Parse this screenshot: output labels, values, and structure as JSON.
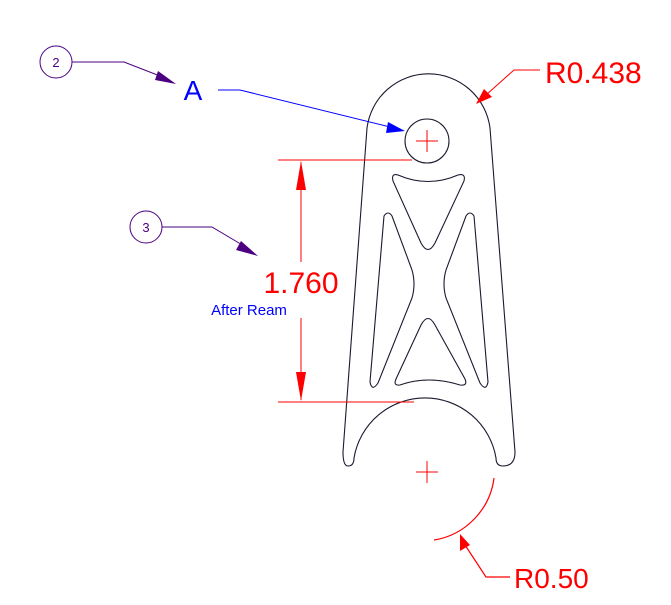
{
  "balloons": [
    {
      "number": "2"
    },
    {
      "number": "3"
    }
  ],
  "datum": {
    "label": "A"
  },
  "dimensions": {
    "top_radius": "R0.438",
    "bottom_radius": "R0.50",
    "hole_spacing": "1.760",
    "hole_spacing_note": "After Ream"
  },
  "colors": {
    "part_outline": "#1a1a2e",
    "dimension": "#ff0000",
    "datum": "#0000ff",
    "balloon": "#4b0082"
  }
}
